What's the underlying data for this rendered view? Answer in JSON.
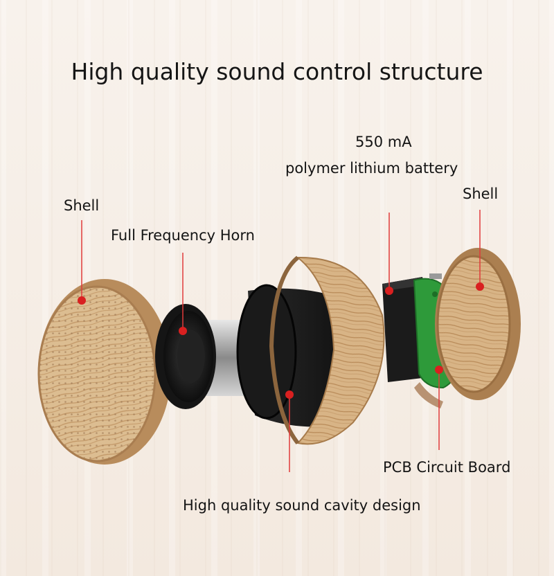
{
  "title": "High quality sound control structure",
  "labels": {
    "shell_left": "Shell",
    "horn": "Full Frequency Horn",
    "battery_capacity": "550 mA",
    "battery_type": "polymer lithium battery",
    "shell_right": "Shell",
    "pcb": "PCB Circuit Board",
    "cavity": "High quality sound cavity design"
  },
  "colors": {
    "background": "#f6eee6",
    "wood": "#d9b98c",
    "wood_dark": "#b98f60",
    "leader": "#e03a3a",
    "marker": "#d92020",
    "pcb_green": "#2e9a3a",
    "speaker_black": "#1c1c1c"
  }
}
